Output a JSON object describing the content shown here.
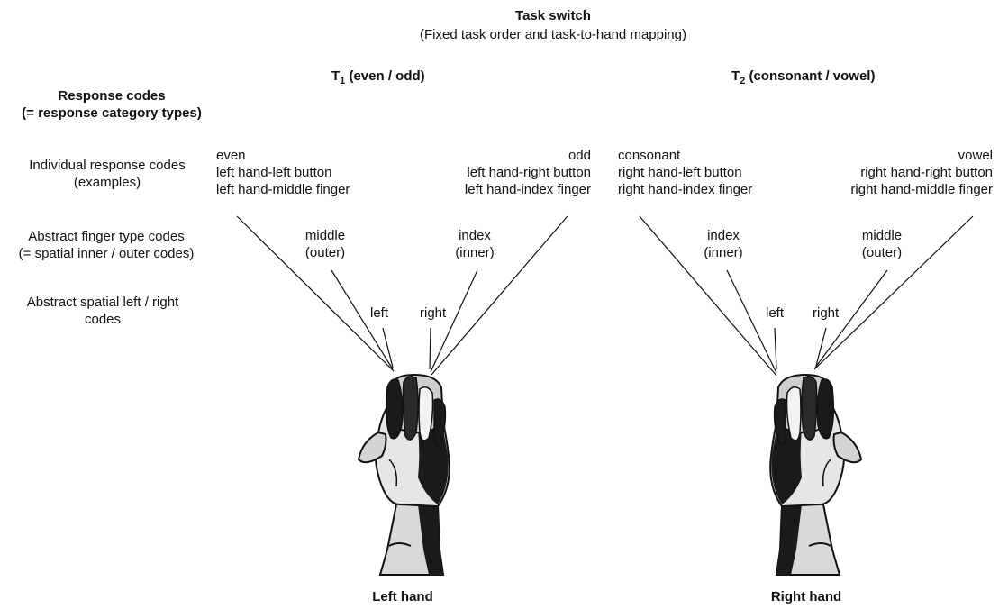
{
  "header": {
    "title": "Task switch",
    "subtitle": "(Fixed task order and task-to-hand mapping)"
  },
  "tasks": {
    "t1": {
      "sym": "T",
      "sub": "1",
      "text": " (even / odd)"
    },
    "t2": {
      "sym": "T",
      "sub": "2",
      "text": " (consonant / vowel)"
    }
  },
  "left_column": {
    "heading_line1": "Response codes",
    "heading_line2": "(= response category types)",
    "row1_line1": "Individual response codes",
    "row1_line2": "(examples)",
    "row2_line1": "Abstract finger type codes",
    "row2_line2": "(= spatial inner / outer codes)",
    "row3_line1": "Abstract spatial left / right",
    "row3_line2": "codes"
  },
  "left_hand": {
    "left_code": [
      "even",
      "left hand-left button",
      "left hand-middle finger"
    ],
    "right_code": [
      "odd",
      "left hand-right button",
      "left hand-index finger"
    ],
    "finger_outer": [
      "middle",
      "(outer)"
    ],
    "finger_inner": [
      "index",
      "(inner)"
    ],
    "spatial_left": "left",
    "spatial_right": "right",
    "caption": "Left hand"
  },
  "right_hand": {
    "left_code": [
      "consonant",
      "right hand-left button",
      "right hand-index finger"
    ],
    "right_code": [
      "vowel",
      "right hand-right button",
      "right hand-middle finger"
    ],
    "finger_inner": [
      "index",
      "(inner)"
    ],
    "finger_outer": [
      "middle",
      "(outer)"
    ],
    "spatial_left": "left",
    "spatial_right": "right",
    "caption": "Right hand"
  }
}
